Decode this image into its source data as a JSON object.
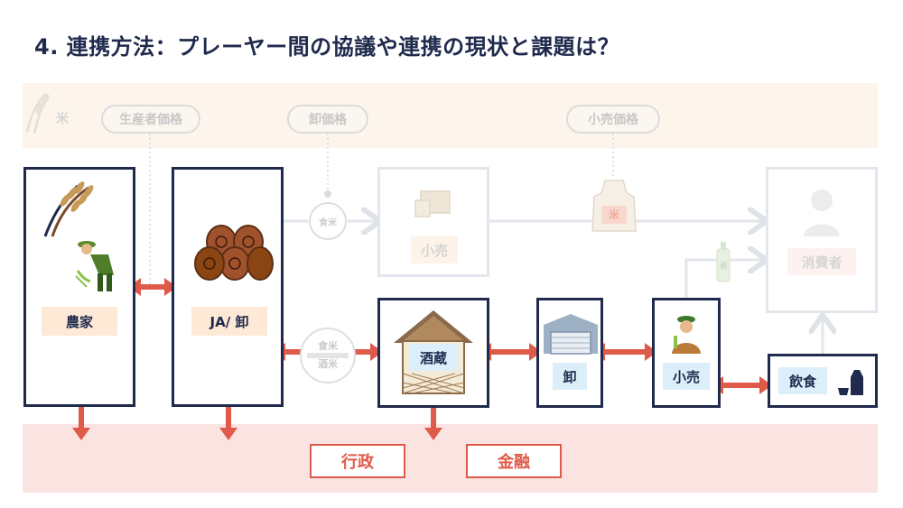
{
  "title": "4. 連携方法：プレーヤー間の協議や連携の現状と課題は？",
  "top_band": {
    "rice_label": "米",
    "prices": [
      "生産者価格",
      "卸価格",
      "小売価格"
    ]
  },
  "actors": {
    "farmer": "農家",
    "ja": "JA/ 卸",
    "retail_top": "小売",
    "consumer": "消費者",
    "brewery": "酒蔵",
    "wholesale": "卸",
    "retail_bottom": "小売",
    "restaurant": "飲食"
  },
  "circles": {
    "food_rice": "食米",
    "food_rice_2": "食米",
    "sake_rice": "酒米"
  },
  "bag_mark": "米",
  "bottle_mark": "酒",
  "bottom": {
    "admin": "行政",
    "finance": "金融"
  },
  "colors": {
    "navy": "#1f2a4d",
    "arrow_red": "#e05a4a",
    "faded_line": "#e3e6ec"
  }
}
